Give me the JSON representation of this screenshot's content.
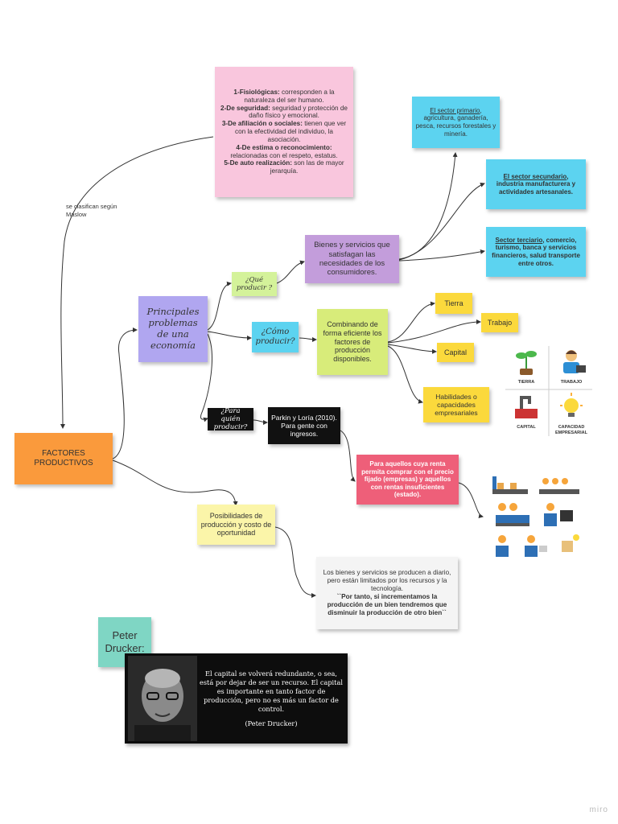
{
  "maslow": {
    "items": [
      {
        "title": "1-Fisiológicas:",
        "text": " corresponden a la naturaleza del ser humano."
      },
      {
        "title": "2-De seguridad:",
        "text": " seguridad y protección de daño físico y emocional."
      },
      {
        "title": "3-De afiliación o sociales:",
        "text": " tienen que ver con la efectividad del individuo, la asociación."
      },
      {
        "title": "4-De estima o reconocimiento:",
        "text": " relacionadas con el respeto, estatus."
      },
      {
        "title": "5-De auto realización:",
        "text": " son las de mayor jerarquía."
      }
    ],
    "link_label": "se clasifican según Maslow"
  },
  "central": {
    "label": "Principales problemas de una economía"
  },
  "factores": {
    "label": "FACTORES PRODUCTIVOS"
  },
  "que": {
    "question": "¿Qué producir ?",
    "answer": "Bienes y servicios que satisfagan las necesidades de los consumidores."
  },
  "sectores": [
    {
      "name": "El sector primario",
      "text": ", agricultura, ganadería, pesca, recursos forestales y minería."
    },
    {
      "name": "El sector secundario",
      "text": ", industria manufacturera y actividades artesanales."
    },
    {
      "name": "Sector terciario",
      "text": ", comercio, turismo, banca y servicios financieros, salud transporte entre otros."
    }
  ],
  "como": {
    "question": "¿Cómo producir?",
    "answer": "Combinando de forma eficiente los factores de producción disponibles.",
    "factors": [
      "Tierra",
      "Trabajo",
      "Capital",
      "Habilidades o capacidades empresariales"
    ]
  },
  "factor_icons": {
    "labels": [
      "TIERRA",
      "TRABAJO",
      "CAPITAL",
      "CAPACIDAD EMPRESARIAL"
    ]
  },
  "quien": {
    "question": "¿Para quién producir?",
    "answer": "Parkin y Loría (2010). Para gente con ingresos.",
    "detail": "Para aquellos cuya renta permita comprar con el precio fijado (empresas) y aquellos con rentas insuficientes (estado)."
  },
  "posibilidades": {
    "label": "Posibilidades de producción y costo de oportunidad",
    "detail_1": "Los bienes y servicios se producen a diario, pero están limitados por los recursos y la tecnología.",
    "detail_2": "``Por tanto, si incrementamos la producción de un bien tendremos que disminuir la producción de otro bien``"
  },
  "drucker": {
    "tag": "Peter Drucker:",
    "quote": "El capital se volverá redundante, o sea, está por dejar de ser un recurso. El capital es importante en tanto factor de producción, pero no es más un factor de control.",
    "attribution": "(Peter Drucker)"
  },
  "watermark": "miro",
  "colors": {
    "pink": "#f9c6dd",
    "purple": "#c39ddb",
    "lavender": "#b0a6f0",
    "green": "#d4f29a",
    "lime": "#d8ec7a",
    "cyan": "#5cd3f0",
    "yellow": "#fbd93c",
    "paleyellow": "#fbf5a9",
    "orange": "#fa9a3c",
    "red": "#ee5f79",
    "teal": "#7fd6c4",
    "gray": "#f4f4f4",
    "black": "#111111"
  }
}
